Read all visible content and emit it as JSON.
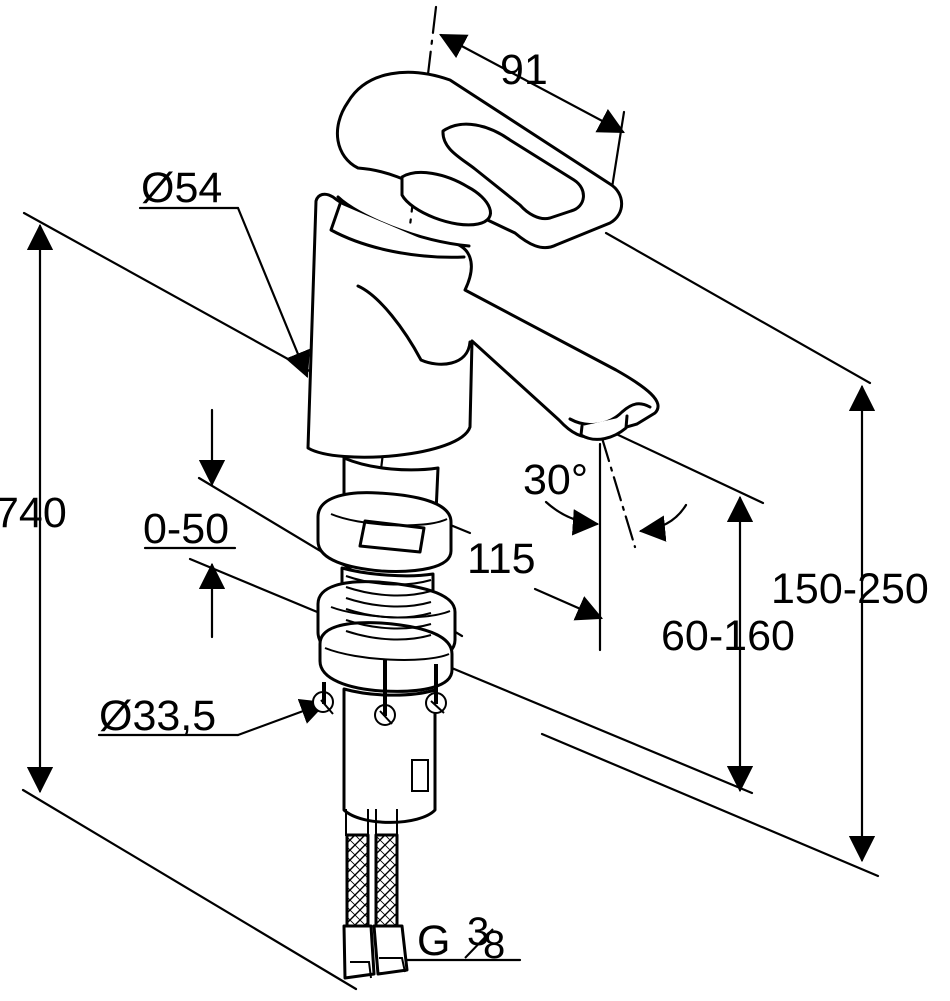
{
  "colors": {
    "line": "#000000",
    "background": "#ffffff",
    "fill": "#ffffff"
  },
  "dimensions": {
    "spout_depth": "91",
    "body_diameter": "Ø54",
    "total_height": "740",
    "surface_thickness": "0-50",
    "outlet_reach": "115",
    "hole_diameter": "Ø33,5",
    "swivel_angle": "30°",
    "outlet_height": "60-160",
    "hose_length": "150-250",
    "connection_thread": "G",
    "thread_fraction_top": "3",
    "thread_fraction_bottom": "8"
  }
}
